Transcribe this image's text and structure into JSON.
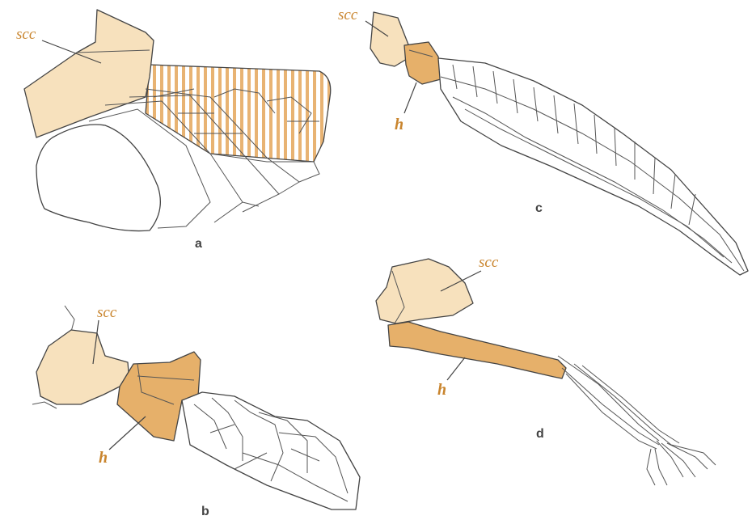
{
  "labels": {
    "scapulocoracoid": "scc",
    "humerus": "h",
    "panel_a": "a",
    "panel_b": "b",
    "panel_c": "c",
    "panel_d": "d"
  },
  "colors": {
    "scapulocoracoid_fill": "#f7e1bd",
    "humerus_fill": "#e6b06a",
    "hatch_stripe": "#e8b373",
    "label_text": "#c9852e",
    "outline": "#444444"
  }
}
